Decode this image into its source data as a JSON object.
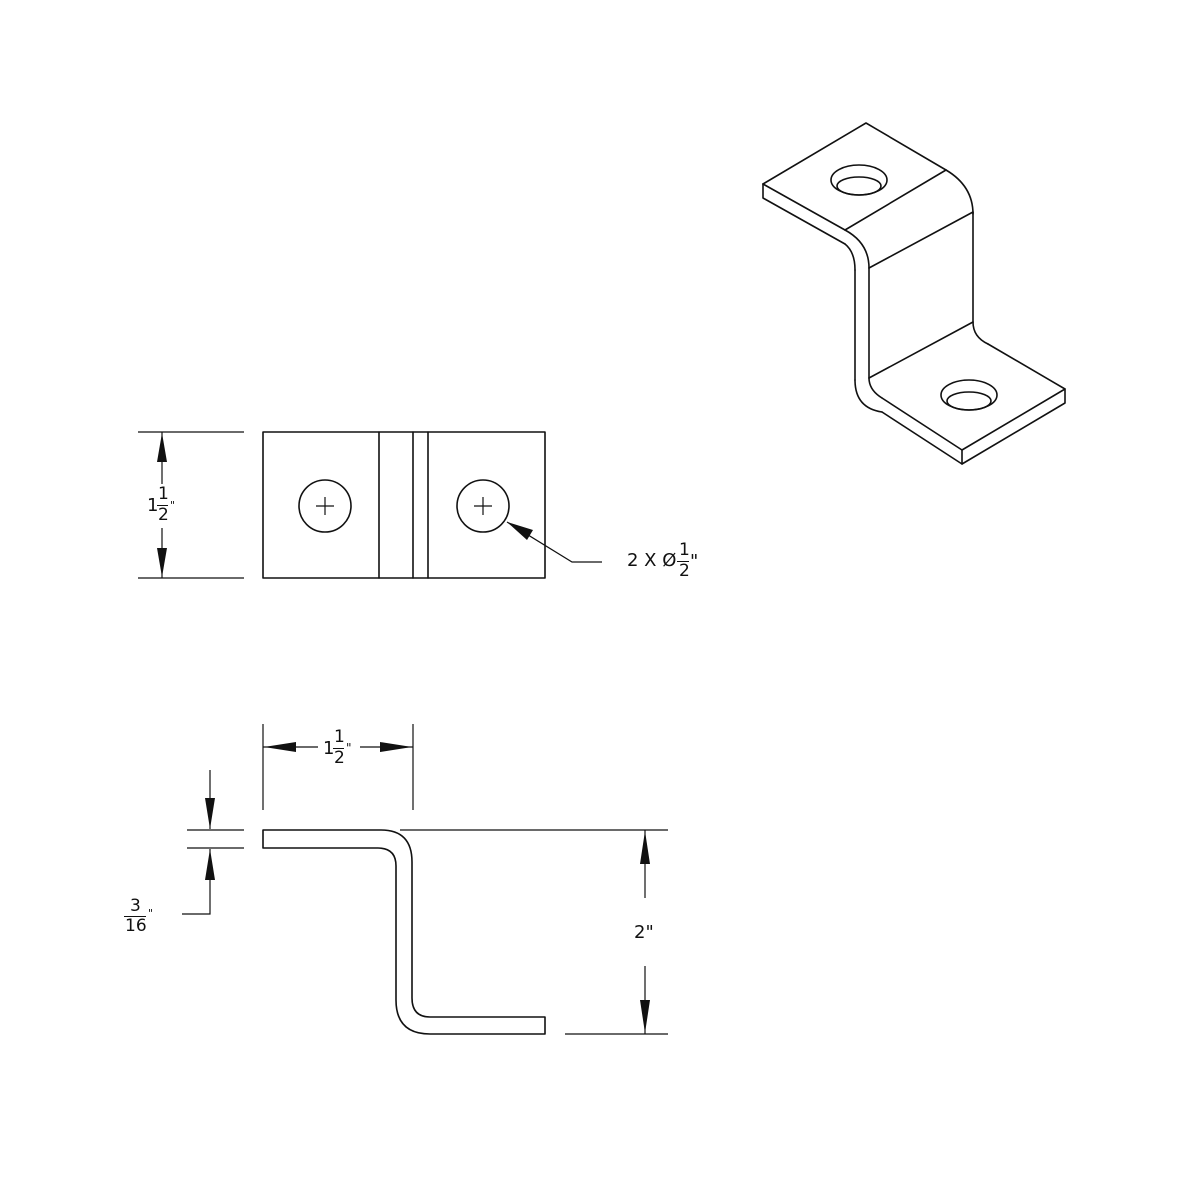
{
  "dimensions": {
    "front_height": {
      "whole": "1",
      "num": "1",
      "den": "2",
      "unit": "\""
    },
    "top_width": {
      "whole": "1",
      "num": "1",
      "den": "2",
      "unit": "\""
    },
    "thickness": {
      "num": "3",
      "den": "16",
      "unit": "\""
    },
    "total_height": {
      "text": "2\""
    },
    "holes": {
      "prefix": "2 X Ø",
      "num": "1",
      "den": "2",
      "unit": "\""
    }
  },
  "colors": {
    "line": "#111111",
    "background": "#ffffff"
  }
}
